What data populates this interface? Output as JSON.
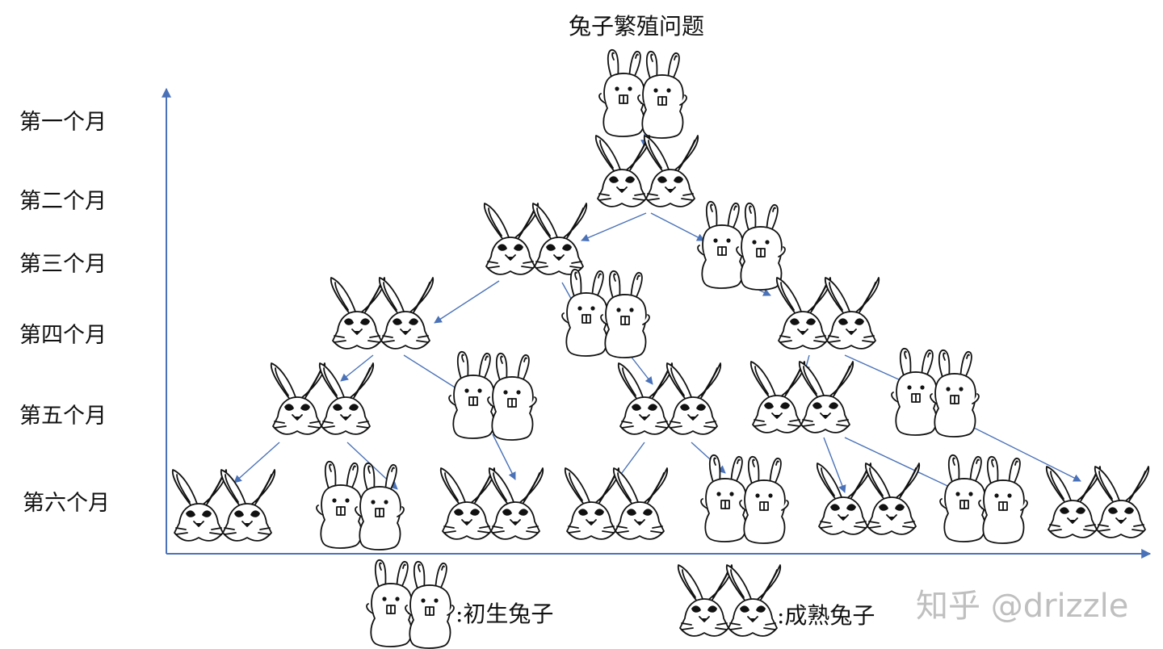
{
  "title": "兔子繁殖问题",
  "months": [
    "第一个月",
    "第二个月",
    "第三个月",
    "第四个月",
    "第五个月",
    "第六个月"
  ],
  "rabbit_pairs": [
    {
      "month": 1,
      "type": "newborn"
    },
    {
      "month": 2,
      "type": "mature"
    },
    {
      "month": 3,
      "type": "mature"
    },
    {
      "month": 3,
      "type": "newborn"
    },
    {
      "month": 4,
      "type": "mature"
    },
    {
      "month": 4,
      "type": "newborn"
    },
    {
      "month": 4,
      "type": "mature"
    },
    {
      "month": 5,
      "type": "mature"
    },
    {
      "month": 5,
      "type": "newborn"
    },
    {
      "month": 5,
      "type": "mature"
    },
    {
      "month": 5,
      "type": "mature"
    },
    {
      "month": 5,
      "type": "newborn"
    },
    {
      "month": 6,
      "type": "mature"
    },
    {
      "month": 6,
      "type": "newborn"
    },
    {
      "month": 6,
      "type": "mature"
    },
    {
      "month": 6,
      "type": "mature"
    },
    {
      "month": 6,
      "type": "newborn"
    },
    {
      "month": 6,
      "type": "mature"
    },
    {
      "month": 6,
      "type": "newborn"
    },
    {
      "month": 6,
      "type": "mature"
    }
  ],
  "legend": {
    "newborn_label": ":初生兔子",
    "mature_label": ":成熟兔子"
  },
  "watermark": "知乎 @drizzle",
  "colors": {
    "axis": "#4a72b8",
    "arrow": "#4a72b8",
    "ink": "#111111"
  }
}
